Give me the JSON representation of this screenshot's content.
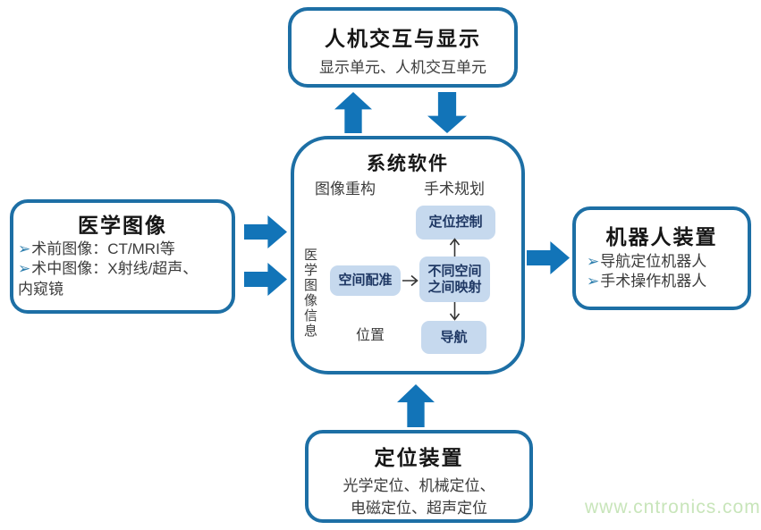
{
  "colors": {
    "box-border": "#1d6fa5",
    "block-arrow": "#1274b8",
    "node-fill": "#c6d9ee",
    "node-text": "#1f3864",
    "title-text": "#161616",
    "body-text": "#3c3c3c",
    "bullet": "#2e7fae",
    "thin-arrow": "#333333",
    "watermark": "#c8e5ba",
    "box-fill": "#ffffff"
  },
  "top_box": {
    "title": "人机交互与显示",
    "subtitle": "显示单元、人机交互单元"
  },
  "left_box": {
    "title": "医学图像",
    "bullet": "➢",
    "items": [
      "术前图像：CT/MRI等",
      "术中图像：X射线/超声、\n内窥镜"
    ]
  },
  "right_box": {
    "title": "机器人装置",
    "bullet": "➢",
    "items": [
      "导航定位机器人",
      "手术操作机器人"
    ]
  },
  "bottom_box": {
    "title": "定位装置",
    "lines": [
      "光学定位、机械定位、",
      "电磁定位、超声定位"
    ]
  },
  "system_box": {
    "title": "系统软件",
    "label_left": "图像重构",
    "label_right": "手术规划",
    "vertical_label": "医学图像信息",
    "position_label": "位置",
    "nodes": {
      "control": "定位控制",
      "registration": "空间配准",
      "mapping": "不同空间\n之间映射",
      "navigation": "导航"
    }
  },
  "watermark": "www.cntronics.com"
}
